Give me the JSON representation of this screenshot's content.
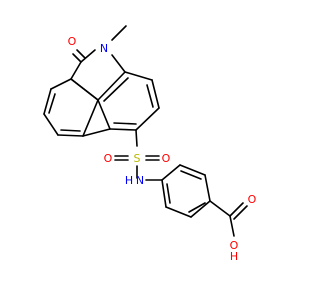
{
  "molecule": {
    "colors": {
      "bond": "#000000",
      "nitrogen": "#0000ff",
      "oxygen": "#ff0000",
      "sulfur": "#b8b800",
      "background": "#ffffff"
    },
    "atom_labels": {
      "n_ring": "N",
      "o_lactam": "O",
      "o_sulfonyl_left": "O",
      "o_sulfonyl_right": "O",
      "s_sulfonyl": "S",
      "n_sulfonamide": "N",
      "h_sulfonamide": "H",
      "o_carbonyl": "O",
      "o_hydroxyl": "O",
      "h_hydroxyl": "H"
    }
  }
}
